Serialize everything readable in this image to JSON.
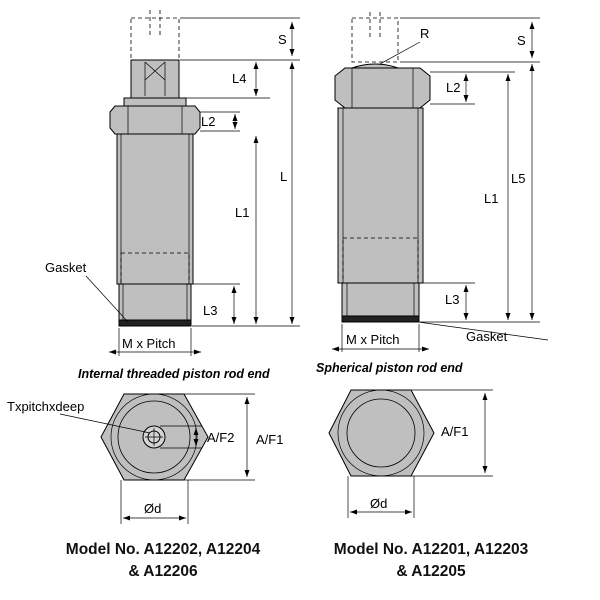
{
  "left_view": {
    "dims": {
      "s": "S",
      "l4": "L4",
      "l2": "L2",
      "l": "L",
      "l1": "L1",
      "l3": "L3"
    },
    "gasket": "Gasket",
    "thread": "M x Pitch",
    "caption": "Internal threaded piston rod end"
  },
  "right_view": {
    "dims": {
      "s": "S",
      "r": "R",
      "l2": "L2",
      "l5": "L5",
      "l1": "L1",
      "l3": "L3"
    },
    "gasket": "Gasket",
    "thread": "M x Pitch",
    "caption": "Spherical piston rod end"
  },
  "left_end": {
    "tap": "Txpitchxdeep",
    "af2": "A/F2",
    "af1": "A/F1",
    "d": "Ød"
  },
  "right_end": {
    "af1": "A/F1",
    "d": "Ød"
  },
  "models": {
    "left": [
      "Model No. A12202, A12204",
      "&  A12206"
    ],
    "right": [
      "Model No. A12201, A12203",
      "& A12205"
    ]
  }
}
